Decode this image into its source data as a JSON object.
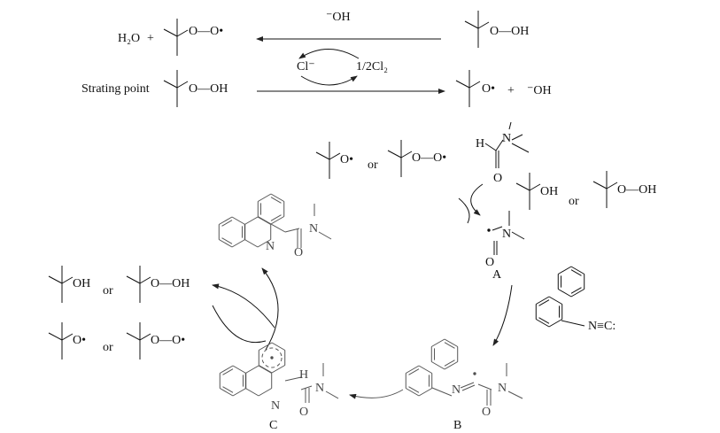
{
  "top": {
    "h2o": "H₂O",
    "plus": "+",
    "oo_radical": "O—O•",
    "hydroxide_top": "⁻OH",
    "ooh": "O—OH",
    "chloride": "Cl⁻",
    "half_cl2": "1/2Cl₂",
    "starting_label": "Strating point",
    "ooh_start": "O—OH",
    "o_radical": "O•",
    "plus2": "+",
    "hydroxide_right": "⁻OH"
  },
  "cycle": {
    "o_radical": "O•",
    "or1": "or",
    "oo_radical": "O—O•",
    "dmf_h": "H",
    "dmf_n": "N",
    "dmf_o": "O",
    "oh": "OH",
    "or2": "or",
    "ooh": "O—OH",
    "a_n": "N",
    "a_o": "O",
    "label_a": "A",
    "isocyanide": "N≡C:",
    "product_n": "N",
    "product_amide_n": "N",
    "product_o": "O",
    "left_oh": "OH",
    "left_or1": "or",
    "left_ooh": "O—OH",
    "left_o_radical": "O•",
    "left_or2": "or",
    "left_oo_radical": "O—O•",
    "c_n": "N",
    "c_h": "H",
    "c_amide_n": "N",
    "c_o": "O",
    "label_c": "C",
    "b_n": "N",
    "b_amide_n": "N",
    "b_o": "O",
    "label_b": "B"
  }
}
